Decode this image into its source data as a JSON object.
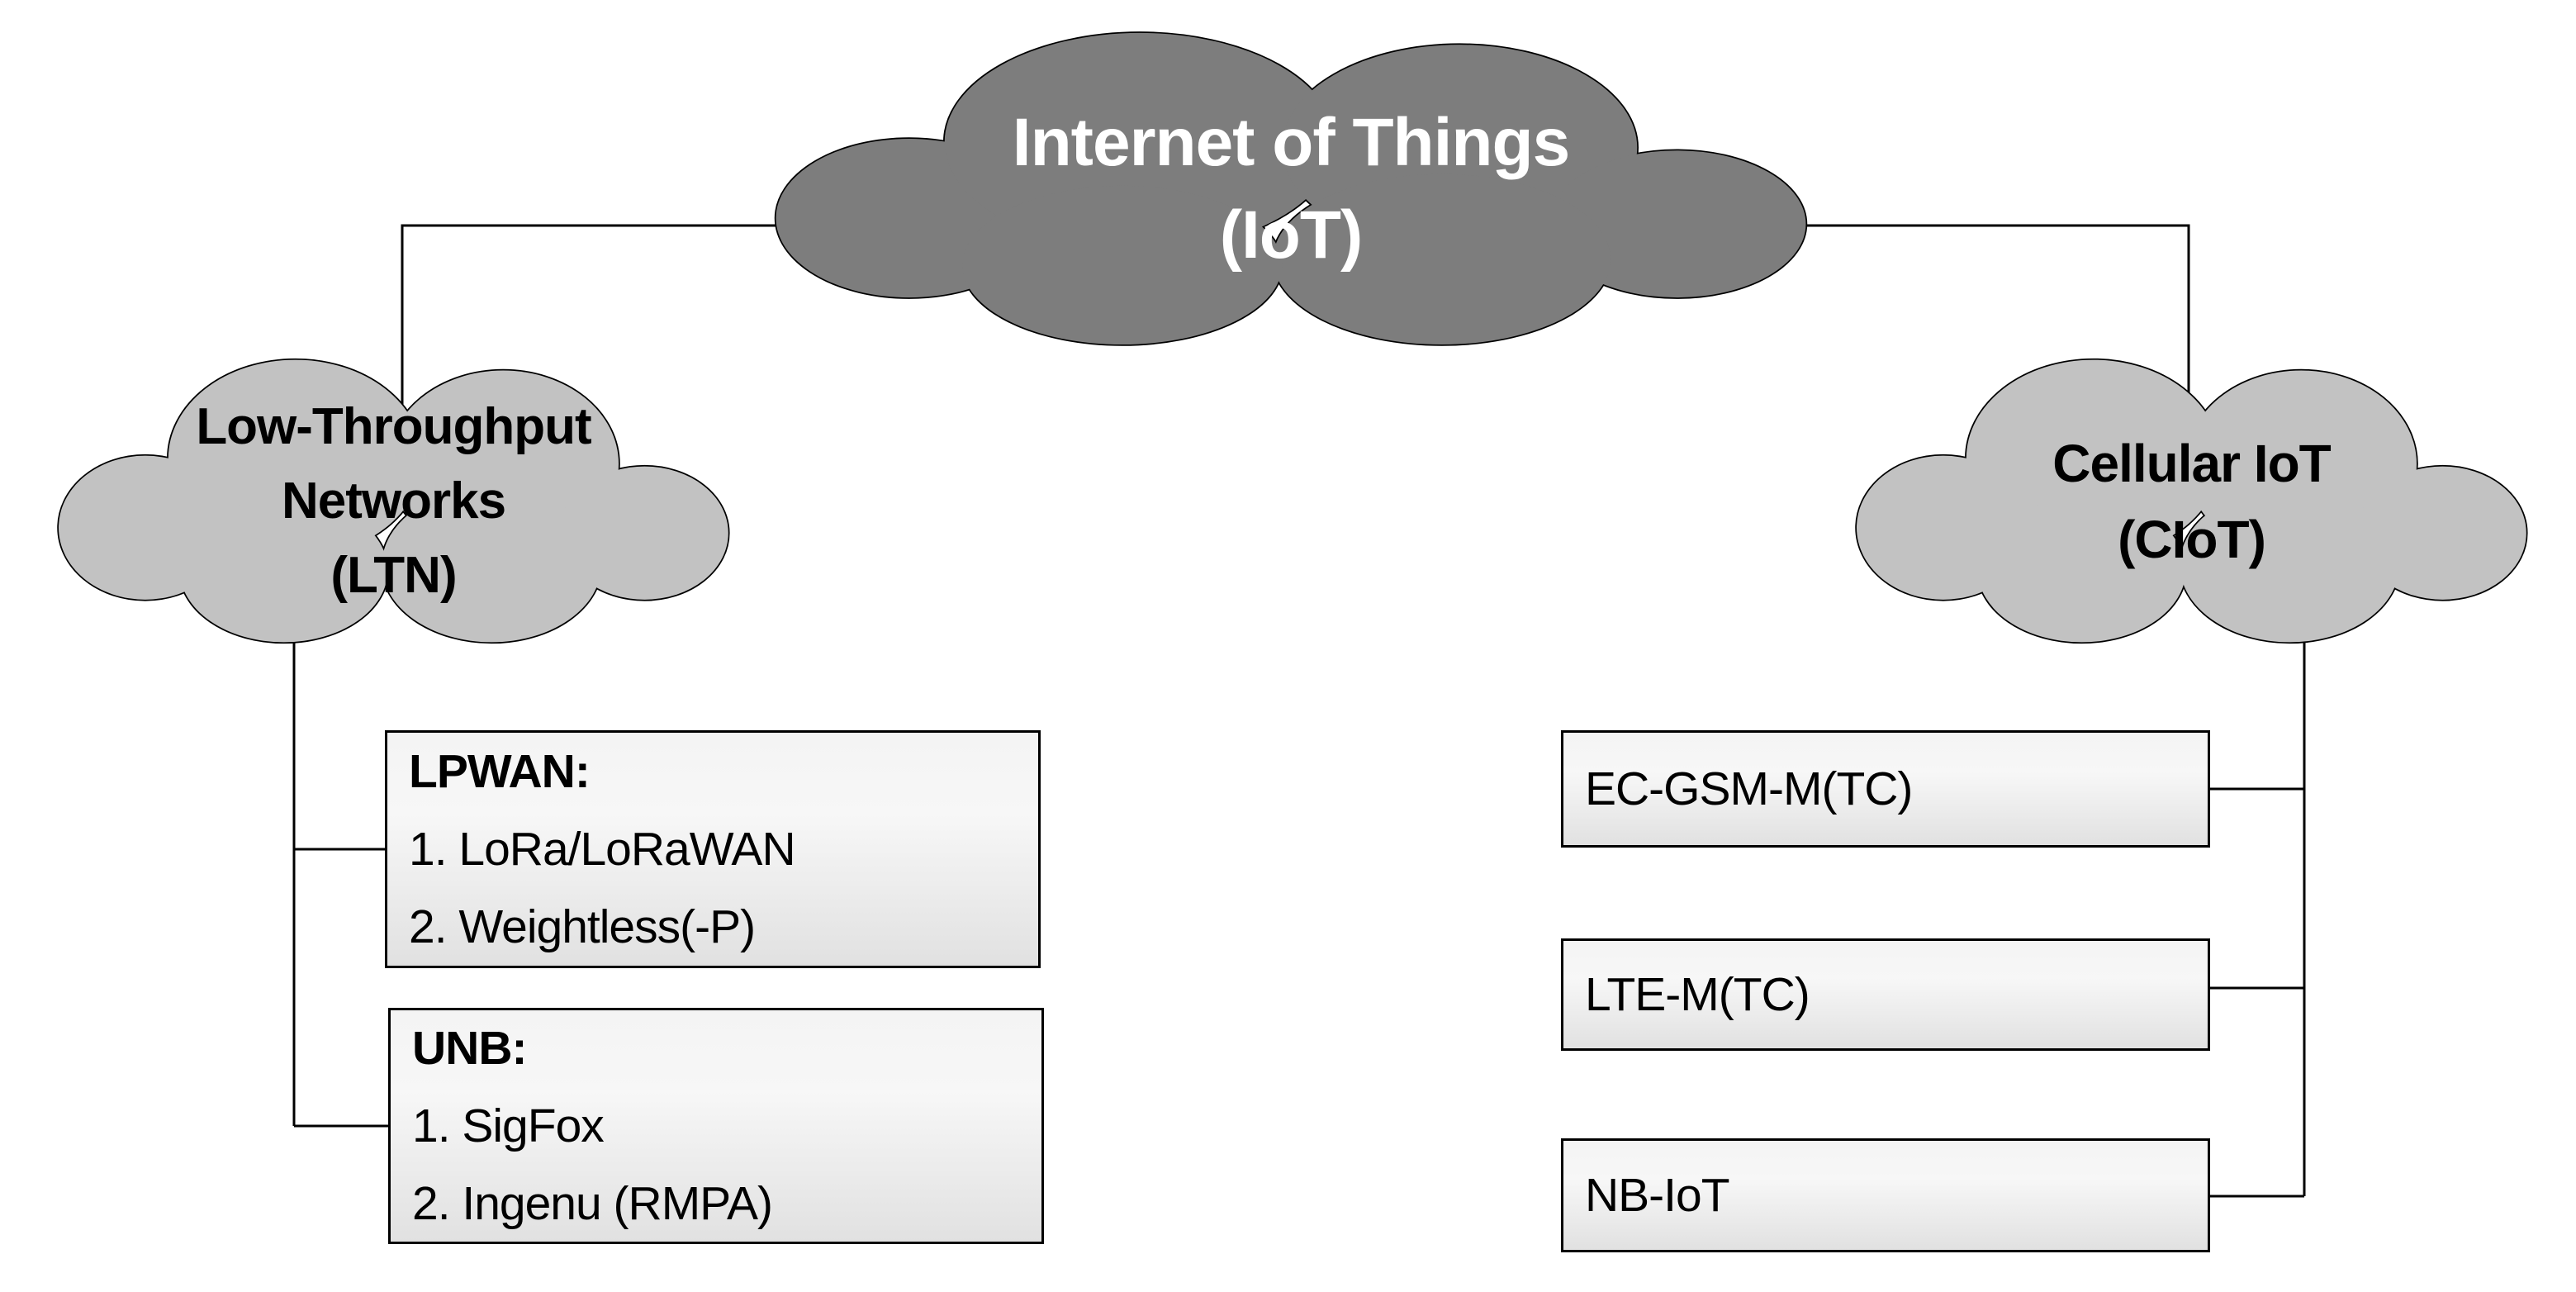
{
  "title": "IoT connectivity taxonomy diagram",
  "colors": {
    "background": "#ffffff",
    "root_cloud_fill": "#7d7d7d",
    "branch_cloud_fill": "#c2c2c2",
    "outline": "#000000",
    "box_fill_top": "#f4f4f4",
    "box_fill_bottom": "#e1e1e1",
    "root_cloud_text": "#ffffff",
    "text": "#000000"
  },
  "root_cloud": {
    "line1": "Internet of Things",
    "line2": "(IoT)"
  },
  "left_branch": {
    "cloud": {
      "line1": "Low-Throughput",
      "line2": "Networks",
      "line3": "(LTN)"
    },
    "boxes": [
      {
        "title": "LPWAN:",
        "items": [
          "1. LoRa/LoRaWAN",
          "2. Weightless(-P)"
        ]
      },
      {
        "title": "UNB:",
        "items": [
          "1. SigFox",
          "2. Ingenu (RMPA)"
        ]
      }
    ]
  },
  "right_branch": {
    "cloud": {
      "line1": "Cellular IoT",
      "line2": "(CIoT)"
    },
    "boxes": [
      {
        "label": "EC-GSM-M(TC)"
      },
      {
        "label": "LTE-M(TC)"
      },
      {
        "label": "NB-IoT"
      }
    ]
  }
}
